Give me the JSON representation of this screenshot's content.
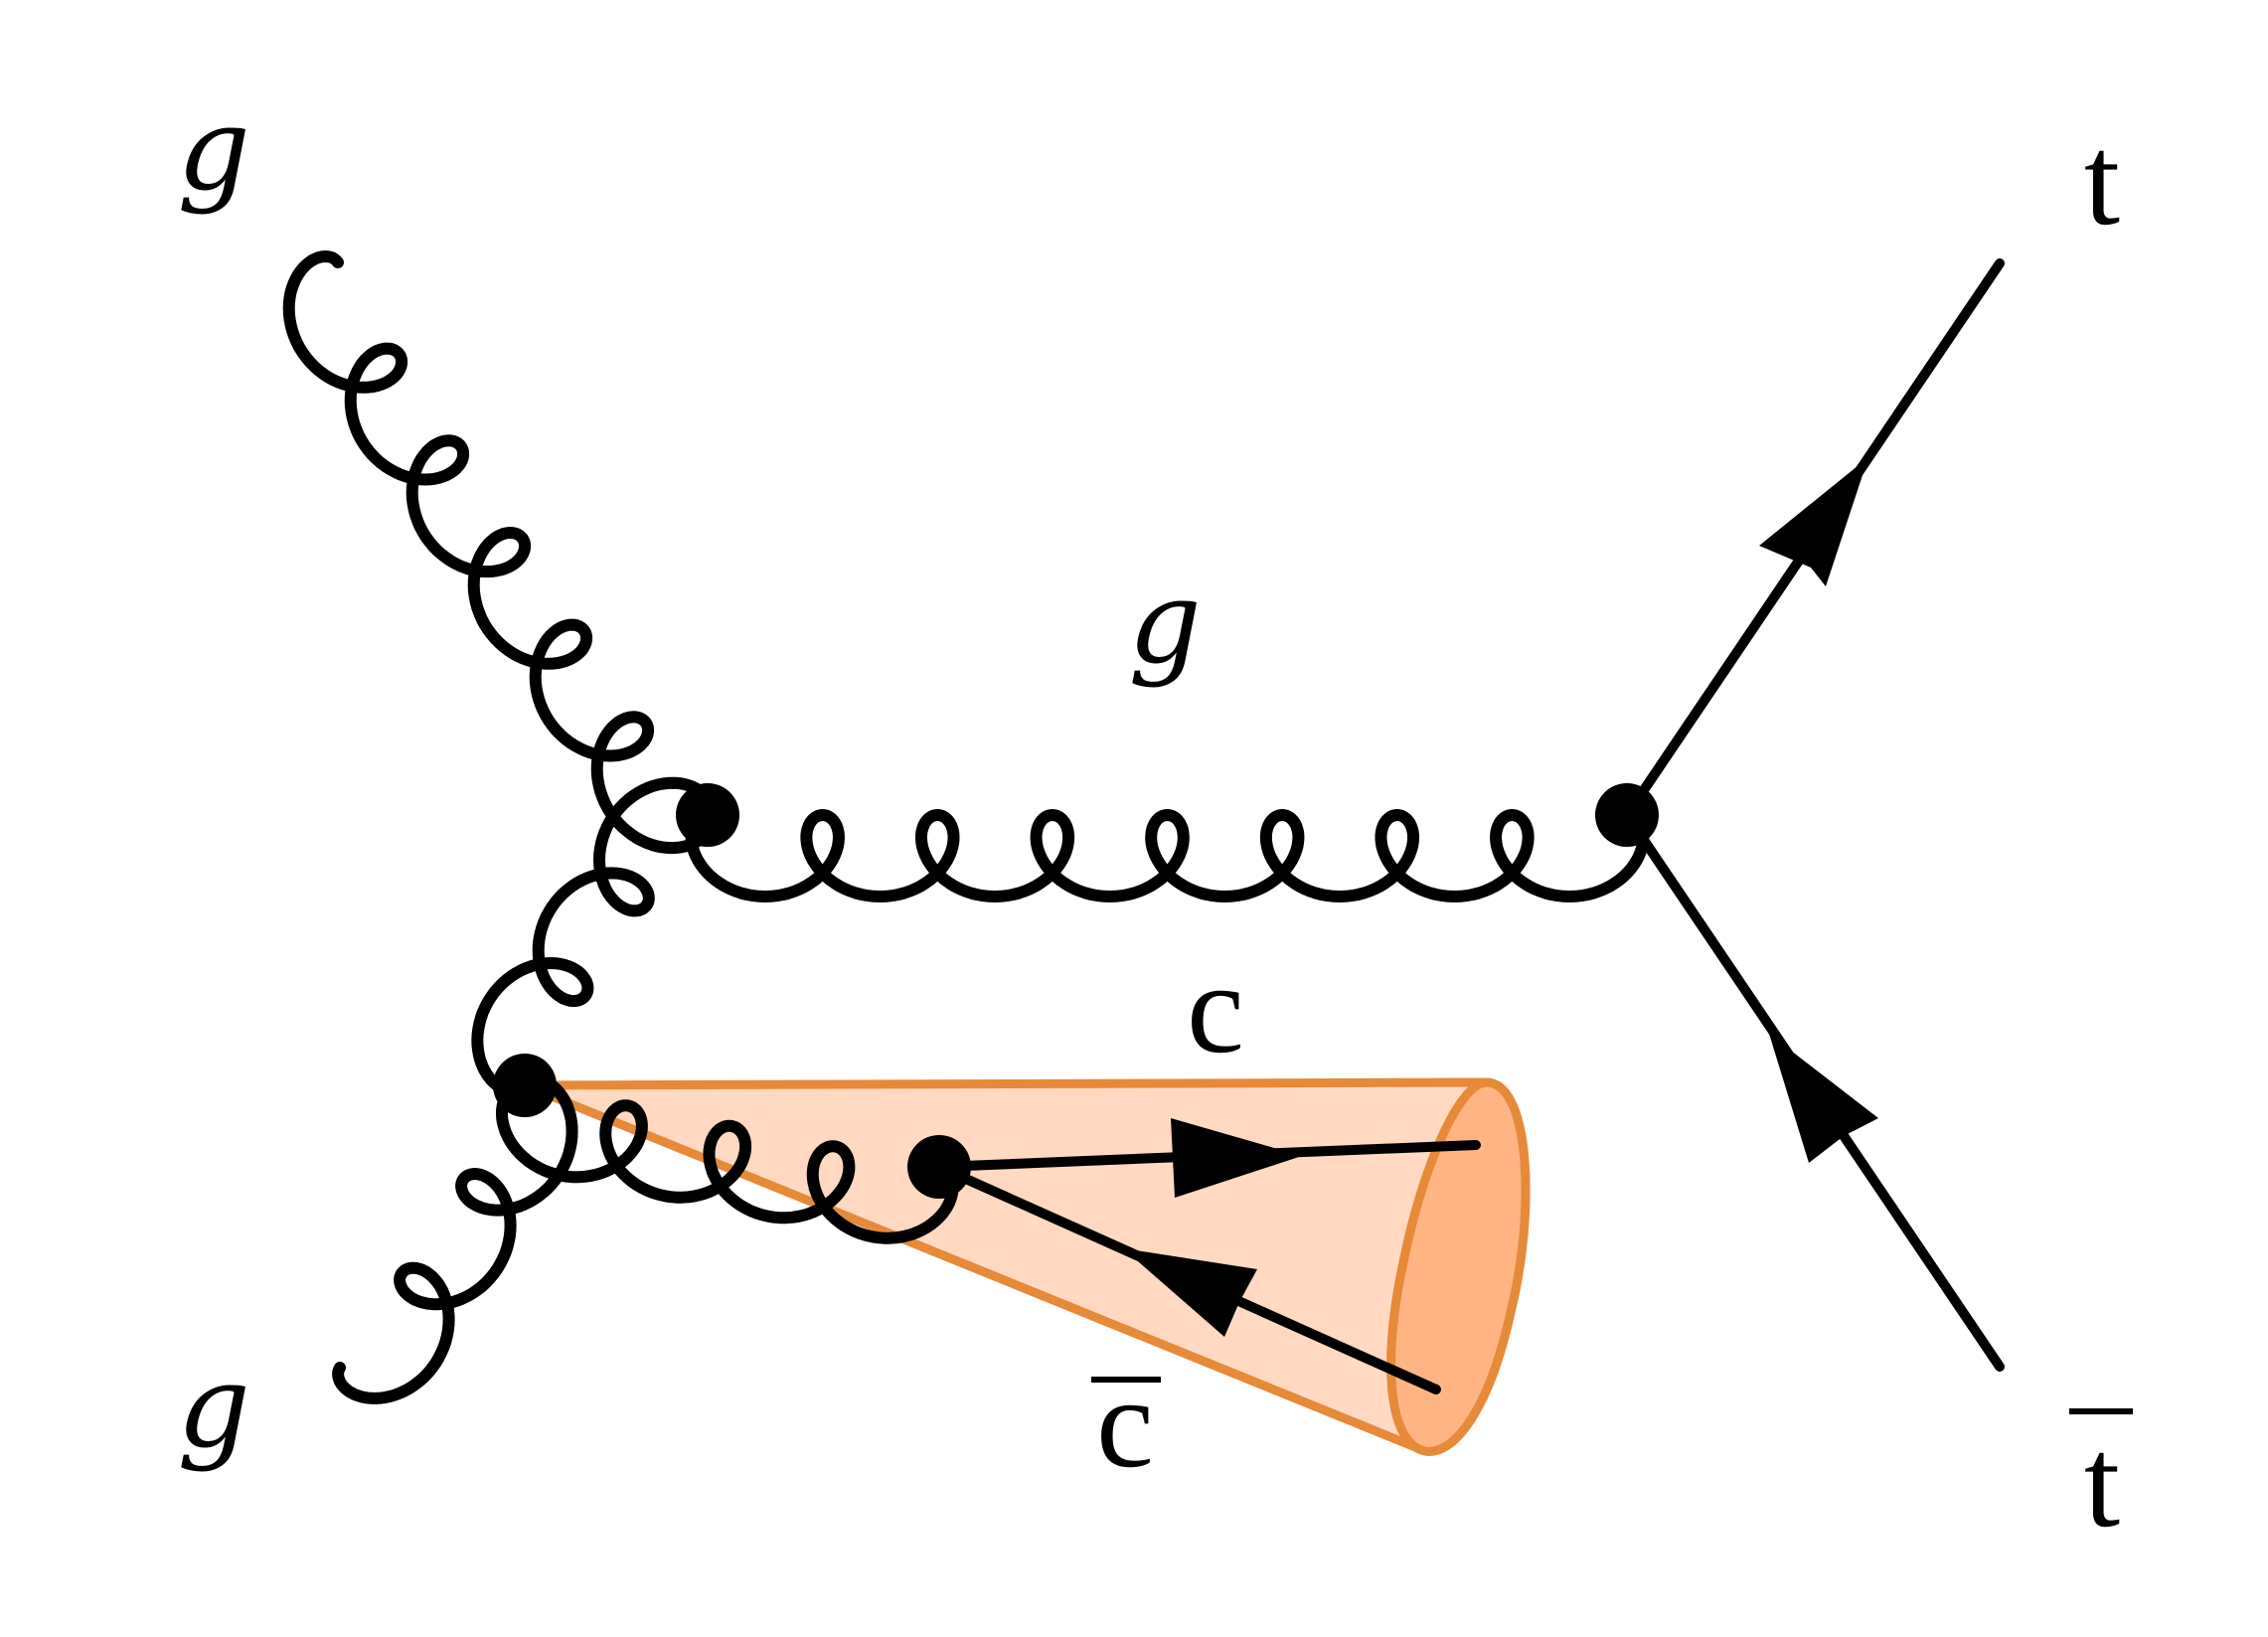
{
  "labels": {
    "gluon_in_top": "g",
    "gluon_in_bottom": "g",
    "gluon_propagator": "g",
    "top": "t",
    "antitop": "t",
    "charm": "c",
    "anticharm": "c"
  },
  "colors": {
    "line": "#000000",
    "jet_stroke": "#e68a3a",
    "jet_fill": "#ffd9c2",
    "jet_cap_fill": "#ffb483"
  }
}
